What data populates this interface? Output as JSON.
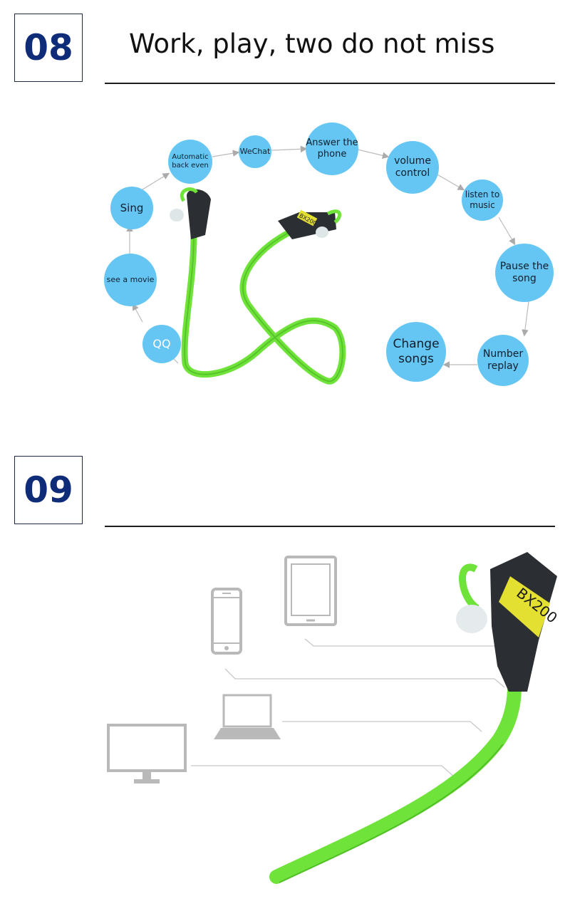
{
  "section_08": {
    "number": "08",
    "title": "Work, play, two do not miss",
    "features": [
      {
        "id": "automatic-back-even",
        "lines": [
          "Automatic",
          "back even"
        ]
      },
      {
        "id": "wechat",
        "lines": [
          "WeChat"
        ]
      },
      {
        "id": "answer-the-phone",
        "lines": [
          "Answer the",
          "phone"
        ]
      },
      {
        "id": "volume-control",
        "lines": [
          "volume",
          "control"
        ]
      },
      {
        "id": "listen-to-music",
        "lines": [
          "listen to",
          "music"
        ]
      },
      {
        "id": "pause-the-song",
        "lines": [
          "Pause the",
          "song"
        ]
      },
      {
        "id": "number-replay",
        "lines": [
          "Number",
          "replay"
        ]
      },
      {
        "id": "change-songs",
        "lines": [
          "Change",
          "songs"
        ]
      },
      {
        "id": "sing",
        "lines": [
          "Sing"
        ]
      },
      {
        "id": "see-a-movie",
        "lines": [
          "see a movie"
        ]
      },
      {
        "id": "qq",
        "lines": [
          "QQ"
        ]
      }
    ],
    "product_label": "BX200"
  },
  "section_09": {
    "number": "09",
    "product_label": "BX200",
    "devices": [
      "tablet-icon",
      "smartphone-icon",
      "laptop-icon",
      "desktop-monitor-icon"
    ]
  },
  "colors": {
    "bubble": "#65c6f4",
    "number": "#0e2c78",
    "cable_green": "#6fe33a",
    "device_gray": "#b9b9b9"
  }
}
